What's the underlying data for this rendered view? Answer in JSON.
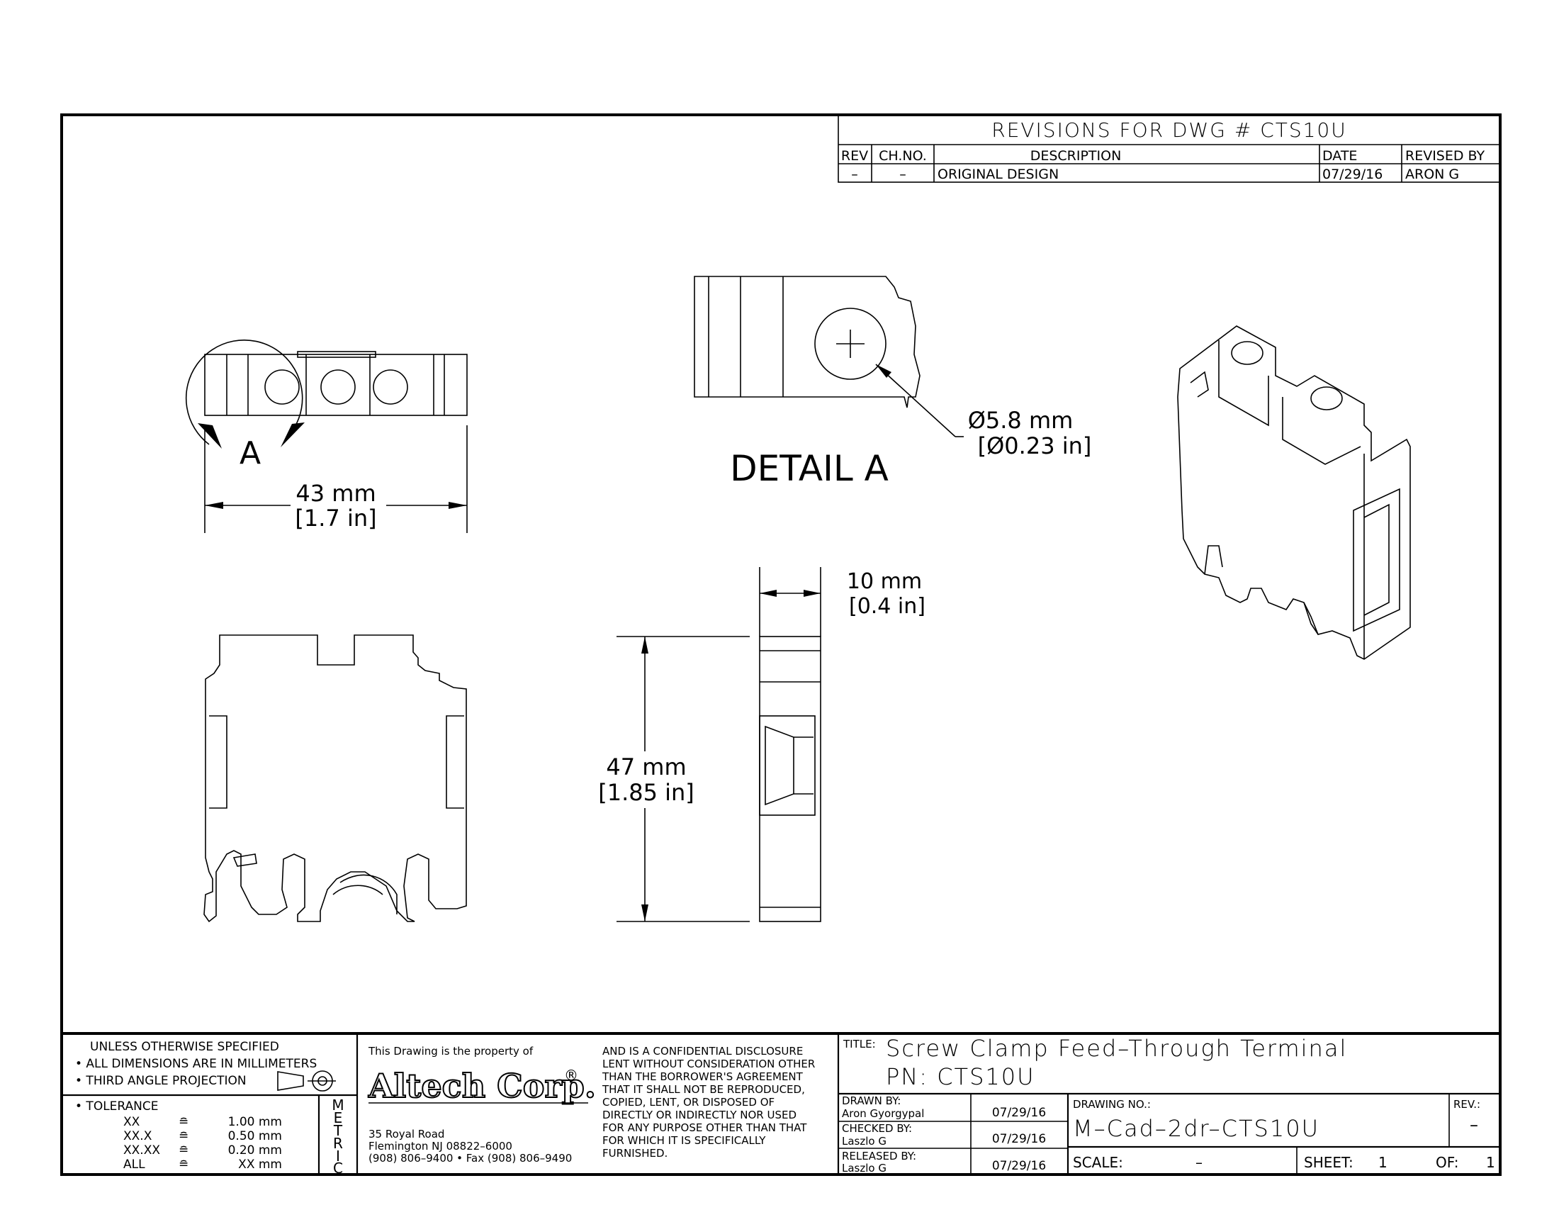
{
  "revisions": {
    "title": "REVISIONS FOR DWG # CTS10U",
    "headers": {
      "rev": "REV",
      "chno": "CH.NO.",
      "description": "DESCRIPTION",
      "date": "DATE",
      "revised_by": "REVISED BY"
    },
    "rows": [
      {
        "rev": "–",
        "chno": "–",
        "description": "ORIGINAL DESIGN",
        "date": "07/29/16",
        "revised_by": "ARON G"
      }
    ]
  },
  "views": {
    "detail_marker": "A",
    "detail_title": "DETAIL A",
    "width_dim": {
      "mm": "43 mm",
      "in": "[1.7 in]"
    },
    "hole_dim": {
      "mm": "Ø5.8 mm",
      "in": "[Ø0.23 in]"
    },
    "thickness_dim": {
      "mm": "10 mm",
      "in": "[0.4 in]"
    },
    "height_dim": {
      "mm": "47 mm",
      "in": "[1.85 in]"
    }
  },
  "title_block": {
    "notes": {
      "line1": "UNLESS OTHERWISE SPECIFIED",
      "line2": "• ALL DIMENSIONS ARE IN MILLIMETERS",
      "line3": "• THIRD ANGLE PROJECTION"
    },
    "tolerance": {
      "heading": "• TOLERANCE",
      "rows": [
        {
          "label": "XX",
          "sym": "≘",
          "value": "1.00 mm"
        },
        {
          "label": "XX.X",
          "sym": "≘",
          "value": "0.50 mm"
        },
        {
          "label": "XX.XX",
          "sym": "≘",
          "value": "0.20 mm"
        },
        {
          "label": "ALL",
          "sym": "≘",
          "value": "XX mm"
        }
      ],
      "units_letters": [
        "M",
        "E",
        "T",
        "R",
        "I",
        "C"
      ]
    },
    "property": {
      "intro": "This Drawing is the property of",
      "company": "Altech Corp.",
      "registered": "®",
      "address1": "35 Royal Road",
      "address2": "Flemington NJ 08822–6000",
      "phone": "(908) 806–9400 • Fax (908) 806–9490"
    },
    "disclosure": [
      "AND IS A CONFIDENTIAL DISCLOSURE",
      "LENT WITHOUT CONSIDERATION OTHER",
      "THAN THE BORROWER'S AGREEMENT",
      "THAT IT SHALL NOT BE REPRODUCED,",
      "COPIED, LENT, OR DISPOSED OF",
      "DIRECTLY OR INDIRECTLY NOR USED",
      "FOR ANY PURPOSE OTHER THAN THAT",
      "FOR WHICH IT IS SPECIFICALLY",
      "FURNISHED."
    ],
    "title_label": "TITLE:",
    "title_line1": "Screw Clamp Feed–Through Terminal",
    "title_line2": "PN: CTS10U",
    "drawn_by_label": "DRAWN BY:",
    "drawn_by": "Aron Gyorgypal",
    "drawn_date": "07/29/16",
    "checked_by_label": "CHECKED BY:",
    "checked_by": "Laszlo G",
    "checked_date": "07/29/16",
    "released_by_label": "RELEASED BY:",
    "released_by": "Laszlo G",
    "released_date": "07/29/16",
    "drawing_no_label": "DRAWING NO.:",
    "drawing_no": "M–Cad–2dr–CTS10U",
    "rev_label": "REV.:",
    "rev_value": "–",
    "scale_label": "SCALE:",
    "scale_value": "–",
    "sheet_label": "SHEET:",
    "sheet_value": "1",
    "of_label": "OF:",
    "of_value": "1"
  }
}
